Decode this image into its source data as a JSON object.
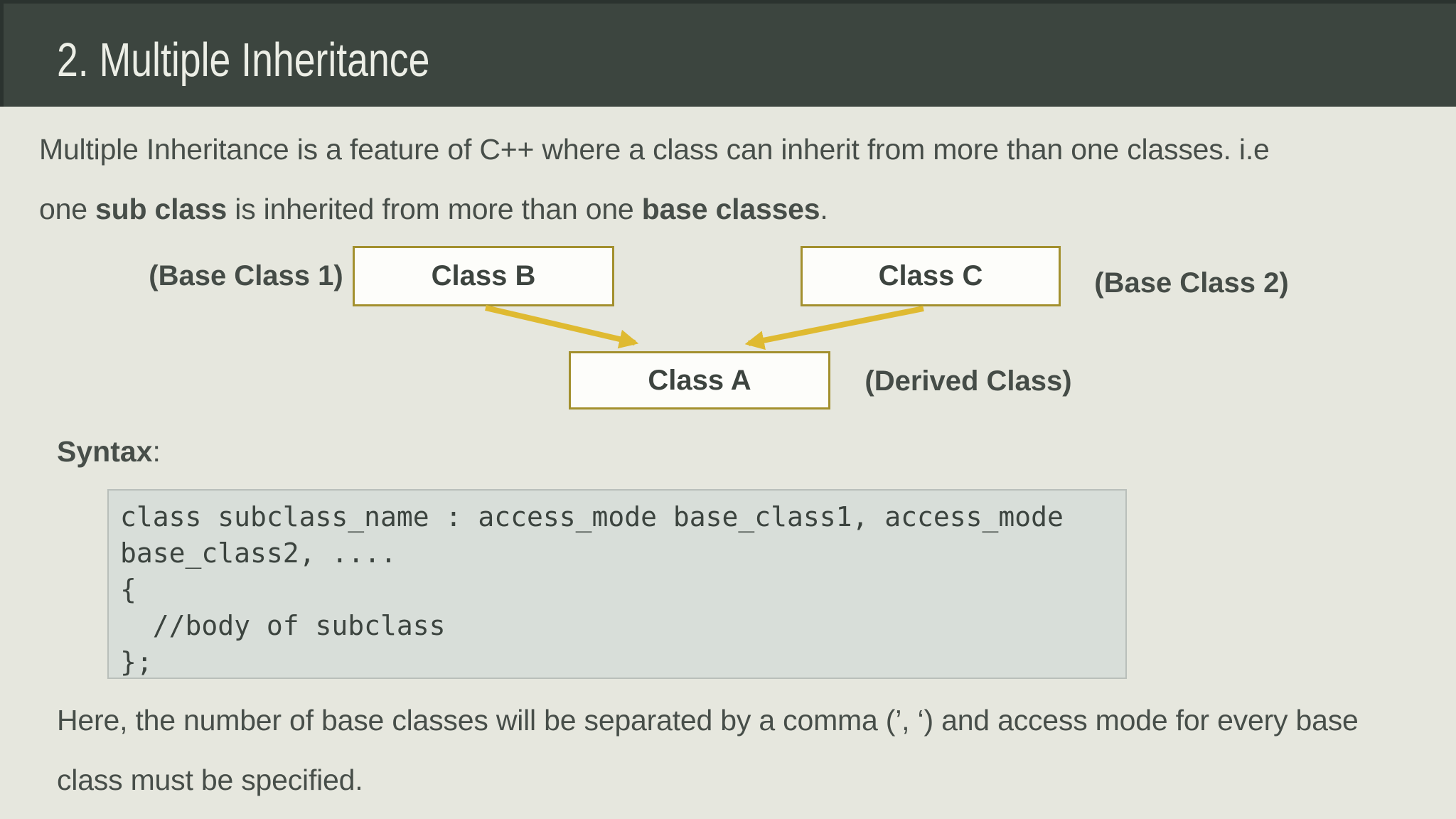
{
  "header": {
    "title": "2. Multiple Inheritance"
  },
  "intro": {
    "line1": "Multiple Inheritance is a feature of C++ where a class can inherit from more than one classes. i.e",
    "line2_segments": [
      {
        "t": "one ",
        "b": false
      },
      {
        "t": "sub class",
        "b": true
      },
      {
        "t": " is inherited from more than one ",
        "b": false
      },
      {
        "t": "base classes",
        "b": true
      },
      {
        "t": ".",
        "b": false
      }
    ]
  },
  "diagram": {
    "base_class_1_label": "(Base Class 1)",
    "base_class_2_label": "(Base Class 2)",
    "derived_class_label": "(Derived Class)",
    "class_b_label": "Class B",
    "class_c_label": "Class C",
    "class_a_label": "Class A"
  },
  "syntax": {
    "heading": "Syntax",
    "heading_colon": ":",
    "code_lines": [
      "class subclass_name : access_mode base_class1, access_mode",
      "base_class2, ....",
      "{",
      "  //body of subclass",
      "};"
    ]
  },
  "footer": {
    "line1": "Here, the number of base classes will be separated by a comma (’, ‘) and access mode for every base",
    "line2": "class must be specified."
  },
  "colors": {
    "page_bg": "#e6e7de",
    "header_bg": "#3c453f",
    "header_text": "#eceee6",
    "body_text": "#474e49",
    "accent_gold": "#dfba31",
    "box_border": "#a3902e",
    "box_fill": "#fdfdfa",
    "code_bg": "#d8ded9",
    "code_border": "#b9bfba",
    "code_text": "#3c443f"
  }
}
